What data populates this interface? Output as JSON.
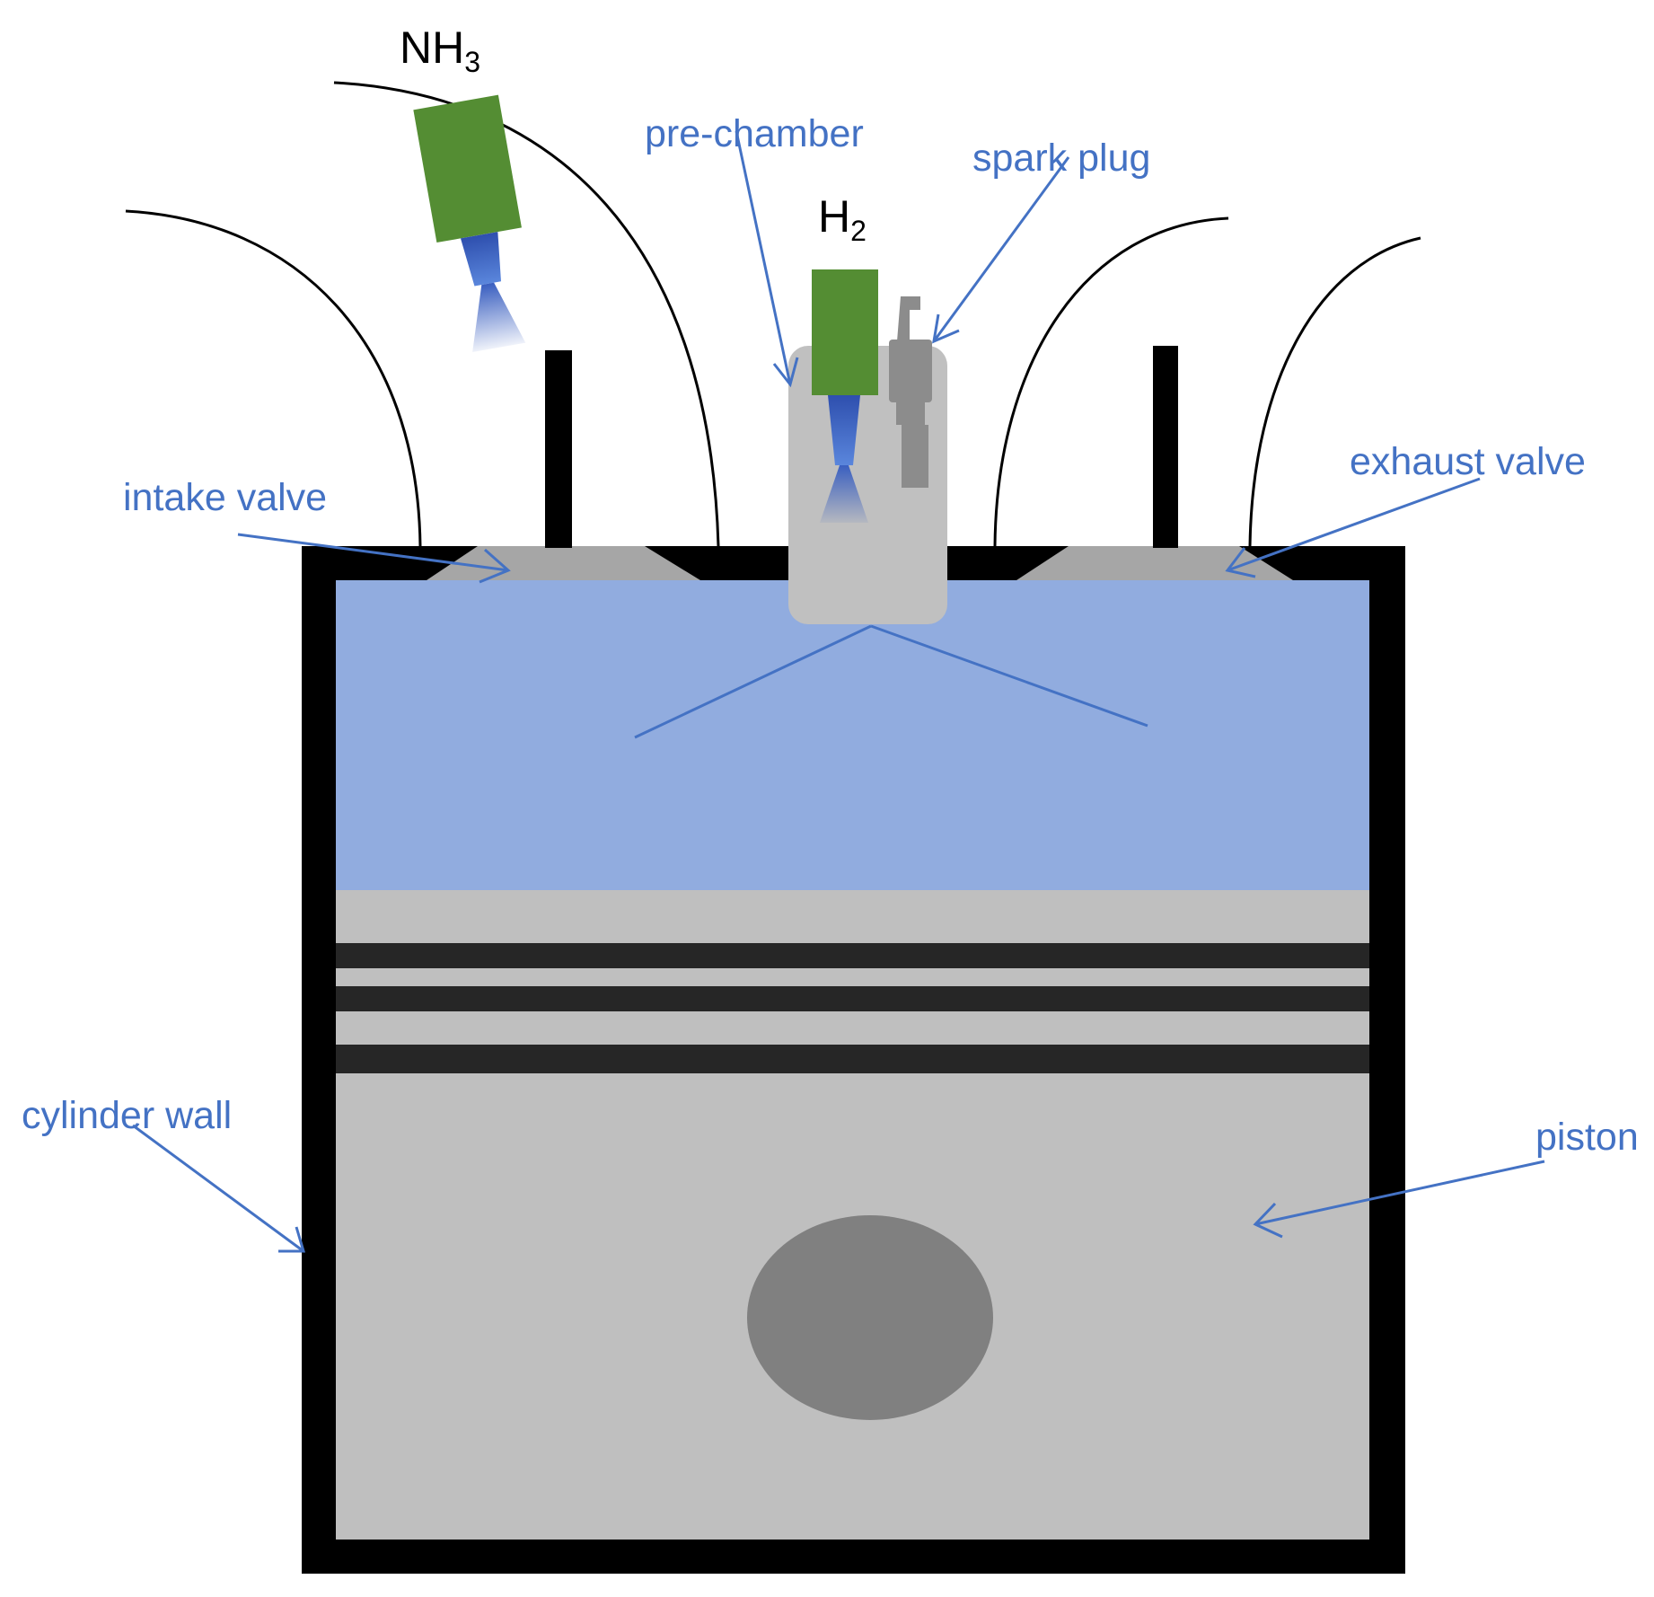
{
  "colors": {
    "background": "#ffffff",
    "wall": "#000000",
    "chamber_charge": "#91acdf",
    "piston": "#bfbfbf",
    "piston_ring": "#262626",
    "piston_pin": "#808080",
    "valve_head": "#a6a6a6",
    "prechamber": "#c0c0c0",
    "injector_body": "#548d33",
    "injector_nozzle": "#3a5fc0",
    "spark_plug": "#8c8c8c",
    "annotation": "#4472c4",
    "port_curve": "#000000"
  },
  "fuels": {
    "ammonia": {
      "main": "NH",
      "sub": "3"
    },
    "hydrogen": {
      "main": "H",
      "sub": "2"
    }
  },
  "labels": {
    "pre_chamber": "pre-chamber",
    "spark_plug": "spark plug",
    "intake_valve": "intake valve",
    "exhaust_valve": "exhaust valve",
    "cylinder_wall": "cylinder wall",
    "piston": "piston"
  }
}
